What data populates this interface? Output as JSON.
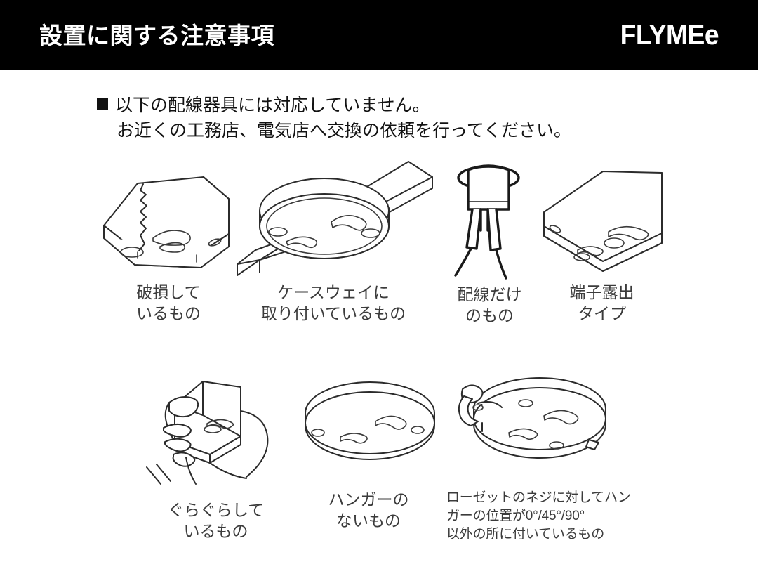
{
  "header": {
    "title": "設置に関する注意事項",
    "brand": "FLYMEe",
    "background_color": "#000000",
    "text_color": "#ffffff"
  },
  "notice": {
    "bullet": "■",
    "line1": "以下の配線器具には対応していません。",
    "line2": "お近くの工務店、電気店へ交換の依頼を行ってください。"
  },
  "figures": {
    "row1": [
      {
        "id": "damaged",
        "icon": "broken-square-ceiling-rosette-illustration",
        "caption_lines": [
          "破損して",
          "いるもの"
        ]
      },
      {
        "id": "caseway-mounted",
        "icon": "round-rosette-on-caseway-illustration",
        "caption_lines": [
          "ケースウェイに",
          "取り付いているもの"
        ]
      },
      {
        "id": "wiring-only",
        "icon": "bare-wiring-only-illustration",
        "caption_lines": [
          "配線だけ",
          "のもの"
        ]
      },
      {
        "id": "exposed-terminal",
        "icon": "exposed-terminal-square-rosette-illustration",
        "caption_lines": [
          "端子露出",
          "タイプ"
        ]
      }
    ],
    "row2": [
      {
        "id": "wobbly",
        "icon": "hand-shaking-rosette-illustration",
        "caption_lines": [
          "ぐらぐらして",
          "いるもの"
        ]
      },
      {
        "id": "no-hanger",
        "icon": "round-rosette-without-hanger-illustration",
        "caption_lines": [
          "ハンガーの",
          "ないもの"
        ]
      },
      {
        "id": "hanger-angle",
        "icon": "round-rosette-with-angled-hanger-illustration",
        "caption_lines": [
          "ローゼットのネジに対してハン",
          "ガーの位置が0°/45°/90°",
          "以外の所に付いているもの"
        ]
      }
    ]
  },
  "colors": {
    "page_background": "#ffffff",
    "line_art": "#2b2b2b",
    "caption_text": "#3b3b3b",
    "body_text": "#121212"
  }
}
